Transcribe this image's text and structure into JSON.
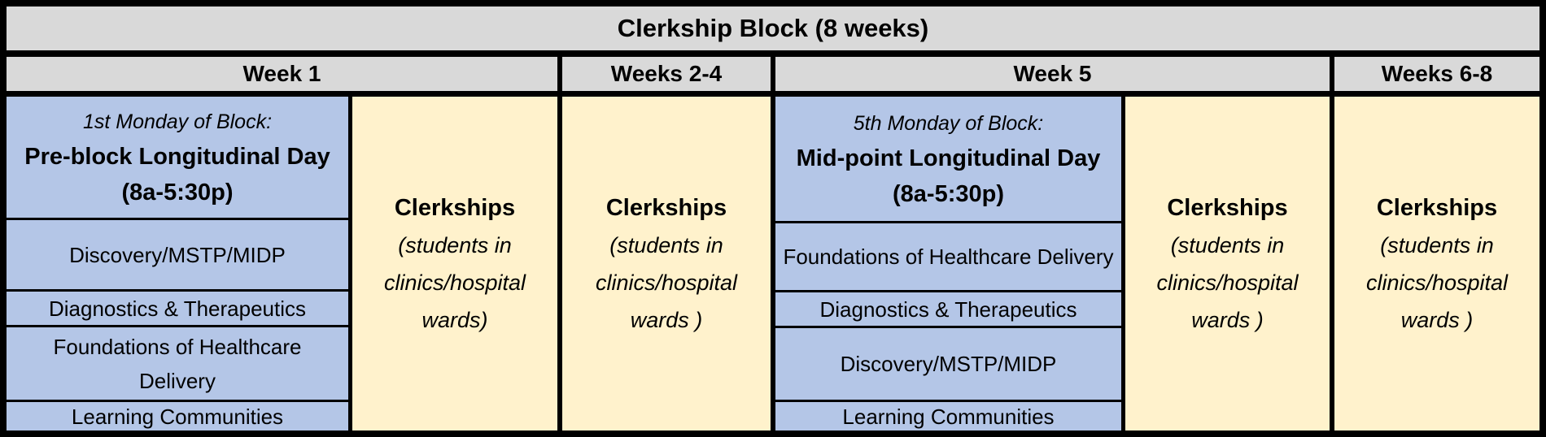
{
  "colors": {
    "border": "#000000",
    "header_bg": "#d9d9d9",
    "blue_bg": "#b4c6e7",
    "yellow_bg": "#fff2cc",
    "text": "#000000"
  },
  "title": "Clerkship Block (8 weeks)",
  "week_headers": {
    "week1": "Week 1",
    "weeks2_4": "Weeks 2-4",
    "week5": "Week 5",
    "weeks6_8": "Weeks 6-8"
  },
  "week1_block": {
    "intro": "1st Monday of Block:",
    "name": "Pre-block Longitudinal Day",
    "time": "(8a-5:30p)",
    "rows": [
      "Discovery/MSTP/MIDP",
      "Diagnostics & Therapeutics",
      "Foundations of Healthcare Delivery",
      "Learning Communities"
    ]
  },
  "week5_block": {
    "intro": "5th Monday of Block:",
    "name": "Mid-point Longitudinal Day",
    "time": "(8a-5:30p)",
    "rows": [
      "Foundations of Healthcare Delivery",
      "Diagnostics & Therapeutics",
      "Discovery/MSTP/MIDP",
      "Learning Communities"
    ]
  },
  "clerkships": {
    "cells": [
      {
        "title": "Clerkships",
        "line1": "(students in",
        "line2": "clinics/hospital",
        "line3": "wards)"
      },
      {
        "title": "Clerkships",
        "line1": "(students in",
        "line2": "clinics/hospital",
        "line3": "wards )"
      },
      {
        "title": "Clerkships",
        "line1": "(students in",
        "line2": "clinics/hospital",
        "line3": "wards )"
      },
      {
        "title": "Clerkships",
        "line1": "(students in",
        "line2": "clinics/hospital",
        "line3": "wards )"
      }
    ]
  }
}
